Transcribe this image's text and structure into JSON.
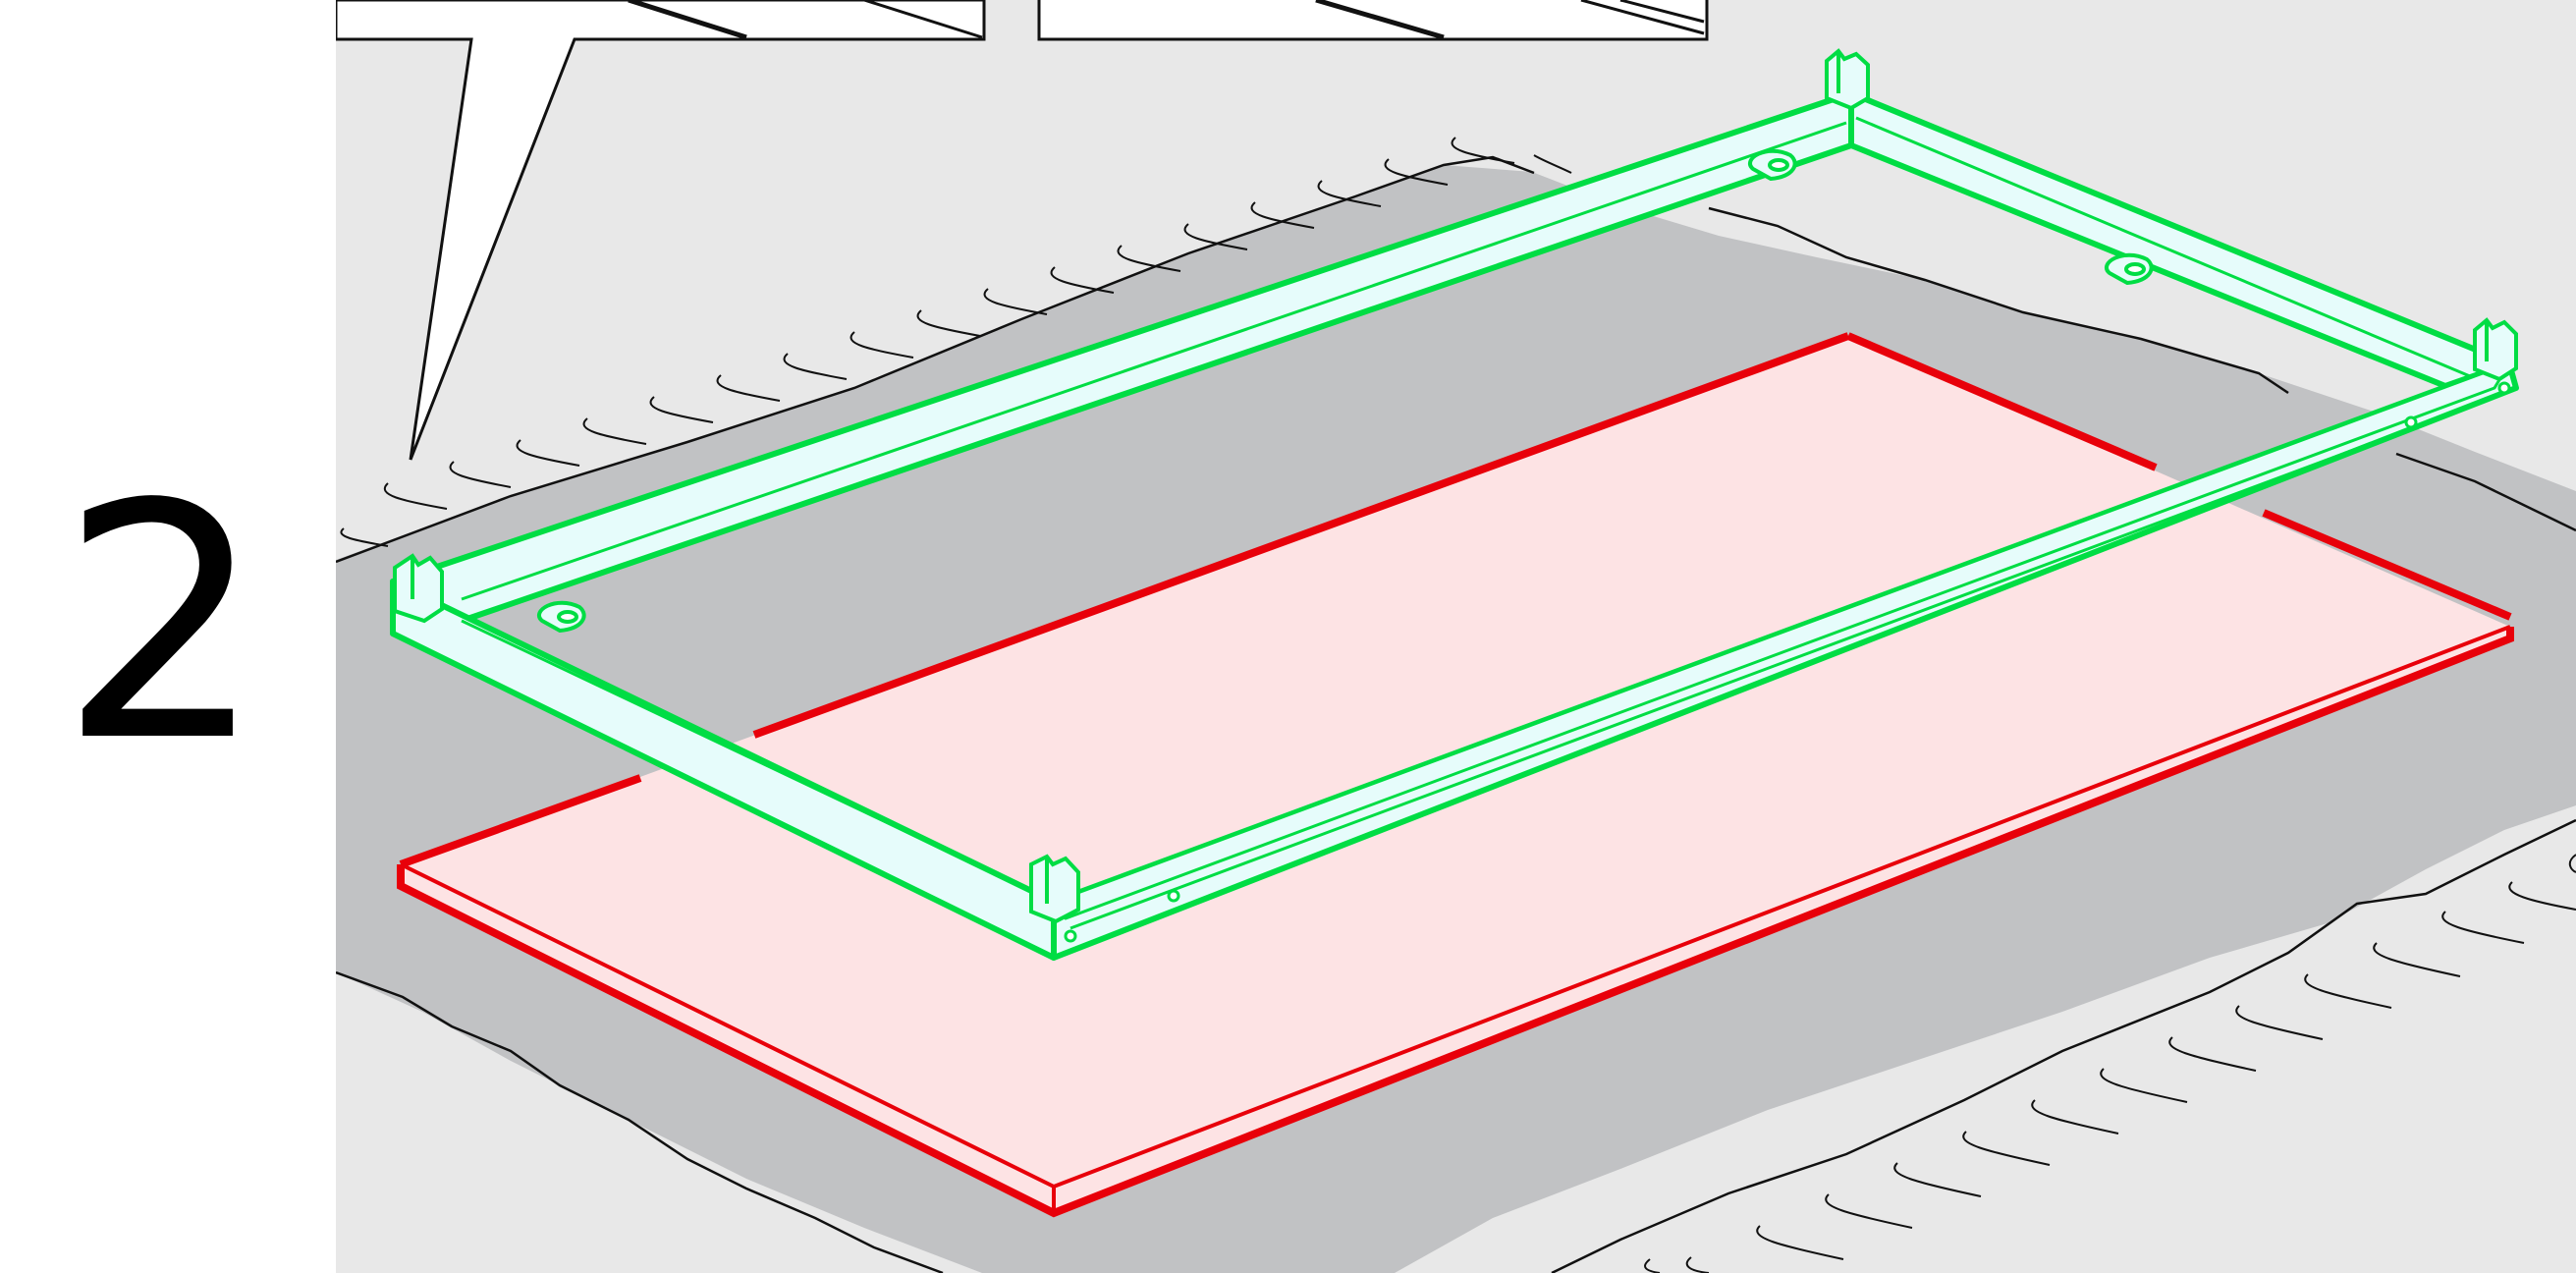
{
  "step": {
    "number": "2"
  },
  "diagram": {
    "parts": [
      {
        "id": "metal-frame",
        "highlight": "green",
        "color": "#00dd44",
        "fill": "#e6fcfb"
      },
      {
        "id": "board-panel",
        "highlight": "red",
        "color": "#e8000a",
        "fill": "#fde3e4"
      }
    ],
    "surface": {
      "rug_color": "#c1c2c4",
      "floor_color": "#e8e8e8"
    },
    "callouts": 2
  }
}
